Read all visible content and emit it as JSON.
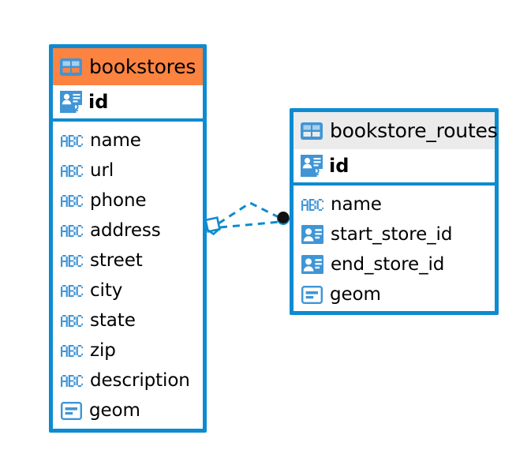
{
  "diagram": {
    "title": "Database entity relationship diagram",
    "colors": {
      "border": "#0d8bd0",
      "header_highlight": "#fd8341",
      "header_default": "#ebebeb",
      "icon_blue": "#3f95d6",
      "connector": "#0d8bd0",
      "connector_endpoint": "#111111",
      "background": "#ffffff",
      "text": "#000000"
    },
    "entities": [
      {
        "name": "bookstores",
        "header_style": "highlighted",
        "table_icon": "table-icon",
        "primary_key": {
          "label": "id",
          "icon": "primary-key-icon"
        },
        "fields": [
          {
            "label": "name",
            "icon": "abc-text-icon"
          },
          {
            "label": "url",
            "icon": "abc-text-icon"
          },
          {
            "label": "phone",
            "icon": "abc-text-icon"
          },
          {
            "label": "address",
            "icon": "abc-text-icon"
          },
          {
            "label": "street",
            "icon": "abc-text-icon"
          },
          {
            "label": "city",
            "icon": "abc-text-icon"
          },
          {
            "label": "state",
            "icon": "abc-text-icon"
          },
          {
            "label": "zip",
            "icon": "abc-text-icon"
          },
          {
            "label": "description",
            "icon": "abc-text-icon"
          },
          {
            "label": "geom",
            "icon": "geometry-icon"
          }
        ]
      },
      {
        "name": "bookstore_routes",
        "header_style": "default",
        "table_icon": "table-icon",
        "primary_key": {
          "label": "id",
          "icon": "primary-key-icon"
        },
        "fields": [
          {
            "label": "name",
            "icon": "abc-text-icon"
          },
          {
            "label": "start_store_id",
            "icon": "foreign-key-icon"
          },
          {
            "label": "end_store_id",
            "icon": "foreign-key-icon"
          },
          {
            "label": "geom",
            "icon": "geometry-icon"
          }
        ]
      }
    ],
    "relationship": {
      "from_entity": "bookstores",
      "to_entity": "bookstore_routes",
      "line_style": "dashed",
      "source_marker": "diamond-marker",
      "target_marker": "filled-circle-marker"
    }
  }
}
